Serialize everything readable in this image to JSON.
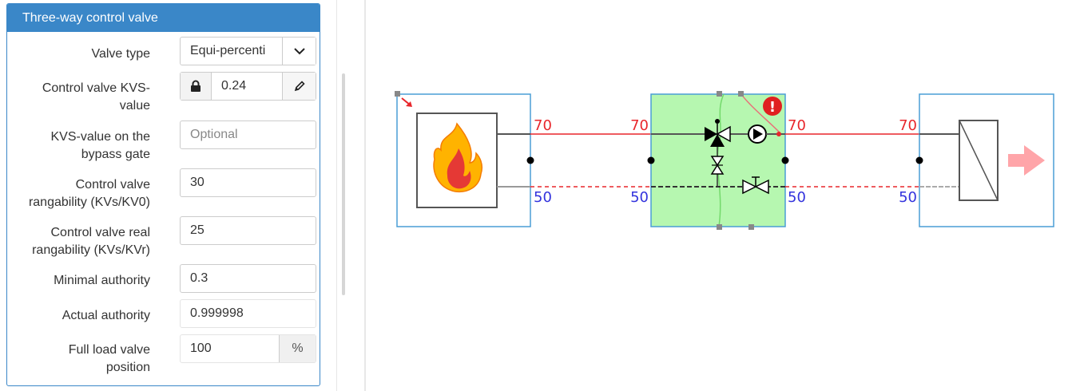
{
  "panel": {
    "title": "Three-way control valve",
    "valve_type": {
      "label": "Valve type",
      "value": "Equi-percenti",
      "icon": "chevron-down-icon"
    },
    "kvs": {
      "label_line1": "Control valve KVS-",
      "label_line2": "value",
      "value": "0.24",
      "lock_icon": "lock-icon",
      "edit_icon": "pencil-icon"
    },
    "bypass": {
      "label_line1": "KVS-value on the",
      "label_line2": "bypass gate",
      "placeholder": "Optional"
    },
    "rangability": {
      "label_line1": "Control valve",
      "label_line2": "rangability (KVs/KV0)",
      "value": "30"
    },
    "real_rangability": {
      "label_line1": "Control valve real",
      "label_line2": "rangability (KVs/KVr)",
      "value": "25"
    },
    "min_authority": {
      "label": "Minimal authority",
      "value": "0.3"
    },
    "actual_authority": {
      "label": "Actual authority",
      "value": "0.999998"
    },
    "full_load": {
      "label_line1": "Full load valve",
      "label_line2": "position",
      "value": "100",
      "unit": "%"
    }
  },
  "diagram": {
    "source_supply": "70",
    "source_return": "50",
    "valve_in_supply": "70",
    "valve_in_return": "50",
    "valve_out_supply": "70",
    "valve_out_return": "50",
    "consumer_supply": "70",
    "consumer_return": "50",
    "warning_symbol": "!",
    "colors": {
      "supply": "#e8262b",
      "return": "#e8262b",
      "temp_supply": "#e8262b",
      "temp_return": "#3333dd",
      "box_border": "#4a9ed6",
      "green_fill": "#b6f7b0",
      "arrow": "#ffa5a9"
    }
  }
}
